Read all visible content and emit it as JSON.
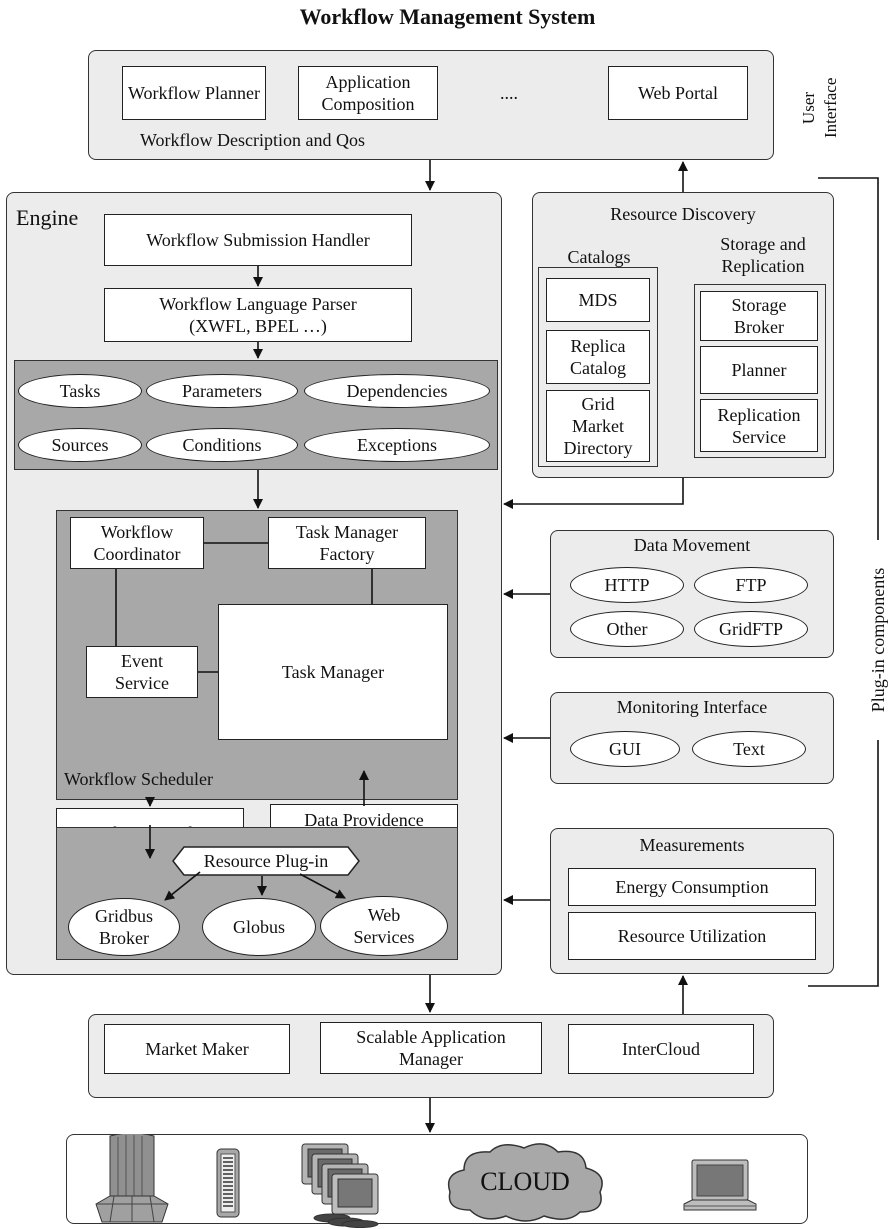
{
  "title": "Workflow Management System",
  "user_interface": {
    "side_label": "User Interface",
    "caption": "Workflow Description and Qos",
    "items": [
      "Workflow Planner",
      "Application Composition",
      "....",
      "Web Portal"
    ]
  },
  "engine": {
    "title": "Engine",
    "submission_handler": "Workflow Submission Handler",
    "language_parser": "Workflow Language Parser (XWFL, BPEL …)",
    "elements": [
      "Tasks",
      "Parameters",
      "Dependencies",
      "Sources",
      "Conditions",
      "Exceptions"
    ],
    "scheduler": {
      "label": "Workflow Scheduler",
      "coordinator": "Workflow Coordinator",
      "task_manager_factory": "Task Manager Factory",
      "event_service": "Event Service",
      "task_manager": "Task Manager"
    },
    "tasks_dispatcher": "Tasks Dispatcher",
    "data_providence_manager": "Data Providence Manager",
    "resource_plugin": {
      "label": "Resource Plug-in",
      "targets": [
        "Gridbus Broker",
        "Globus",
        "Web Services"
      ]
    }
  },
  "resource_discovery": {
    "title": "Resource Discovery",
    "catalogs_label": "Catalogs",
    "catalogs": [
      "MDS",
      "Replica Catalog",
      "Grid Market Directory"
    ],
    "storage_label": "Storage and Replication",
    "storage": [
      "Storage Broker",
      "Planner",
      "Replication Service"
    ]
  },
  "data_movement": {
    "title": "Data Movement",
    "items": [
      "HTTP",
      "FTP",
      "Other",
      "GridFTP"
    ]
  },
  "monitoring_interface": {
    "title": "Monitoring Interface",
    "items": [
      "GUI",
      "Text"
    ]
  },
  "measurements": {
    "title": "Measurements",
    "items": [
      "Energy Consumption",
      "Resource Utilization"
    ]
  },
  "plugin_components_label": "Plug-in components",
  "bottom_bar": {
    "items": [
      "Market Maker",
      "Scalable Application Manager",
      "InterCloud"
    ]
  },
  "resources": {
    "cloud_label": "CLOUD",
    "icons": [
      "mainframe-icon",
      "server-rack-icon",
      "desktop-cluster-icon",
      "cloud-icon",
      "laptop-icon"
    ]
  }
}
